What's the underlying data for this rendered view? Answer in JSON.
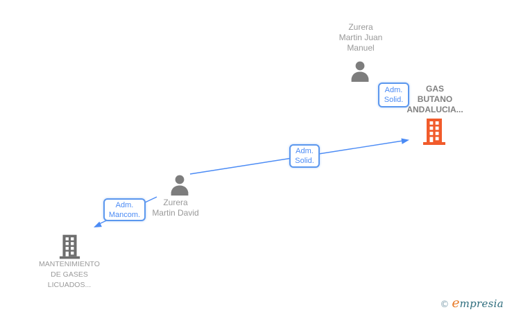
{
  "page": {
    "background": "#ffffff"
  },
  "colors": {
    "edge_blue": "#4b8bf5",
    "box_border_blue": "#5b97ee",
    "person_icon_gray": "#7d7d7d",
    "building_gray": "#6e6e6e",
    "building_orange": "#f15b2b",
    "person_label_gray": "#999999",
    "company_label_gray": "#808080",
    "logo_orange": "#e87a28",
    "logo_teal": "#2e6d7d"
  },
  "nodes": {
    "person_top": {
      "label": "Zurera\nMartin Juan\nManuel"
    },
    "person_center": {
      "label": "Zurera\nMartin David"
    },
    "company_main": {
      "label": "GAS\nBUTANO\nANDALUCIA..."
    },
    "company_secondary": {
      "label": "MANTENIMIENTO\nDE GASES\nLICUADOS..."
    }
  },
  "relationships": {
    "person_top_to_company_main": {
      "label": "Adm.\nSolid."
    },
    "person_center_to_company_main": {
      "label": "Adm.\nSolid."
    },
    "person_center_to_company_secondary": {
      "label": "Adm.\nMancom."
    }
  },
  "footer": {
    "copyright_symbol": "©",
    "brand_initial": "e",
    "brand_rest": "mpresia"
  }
}
